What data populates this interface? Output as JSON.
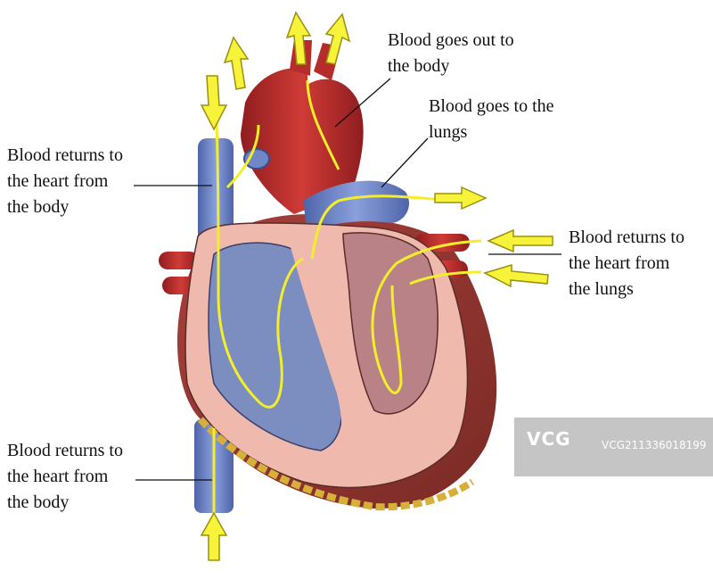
{
  "labels": {
    "out_body": "Blood goes out to\nthe body",
    "to_lungs": "Blood goes to the\nlungs",
    "returns_body_top": "Blood returns to\nthe heart from\nthe body",
    "returns_lungs": "Blood returns to\nthe heart from\nthe lungs",
    "returns_body_bottom": "Blood returns to\nthe heart from\nthe body"
  },
  "watermark": {
    "logo": "VCG",
    "id": "VCG211336018199"
  },
  "colors": {
    "arrow": "#f7f23a",
    "arrow_stroke": "#9a8f10",
    "vein_blue": "#6f86c9",
    "artery_red": "#c0312f",
    "muscle_pink": "#efb9ad",
    "chamber_blue": "#7c8dc0",
    "chamber_rose": "#b88287",
    "fat_yellow": "#d7b03a"
  }
}
